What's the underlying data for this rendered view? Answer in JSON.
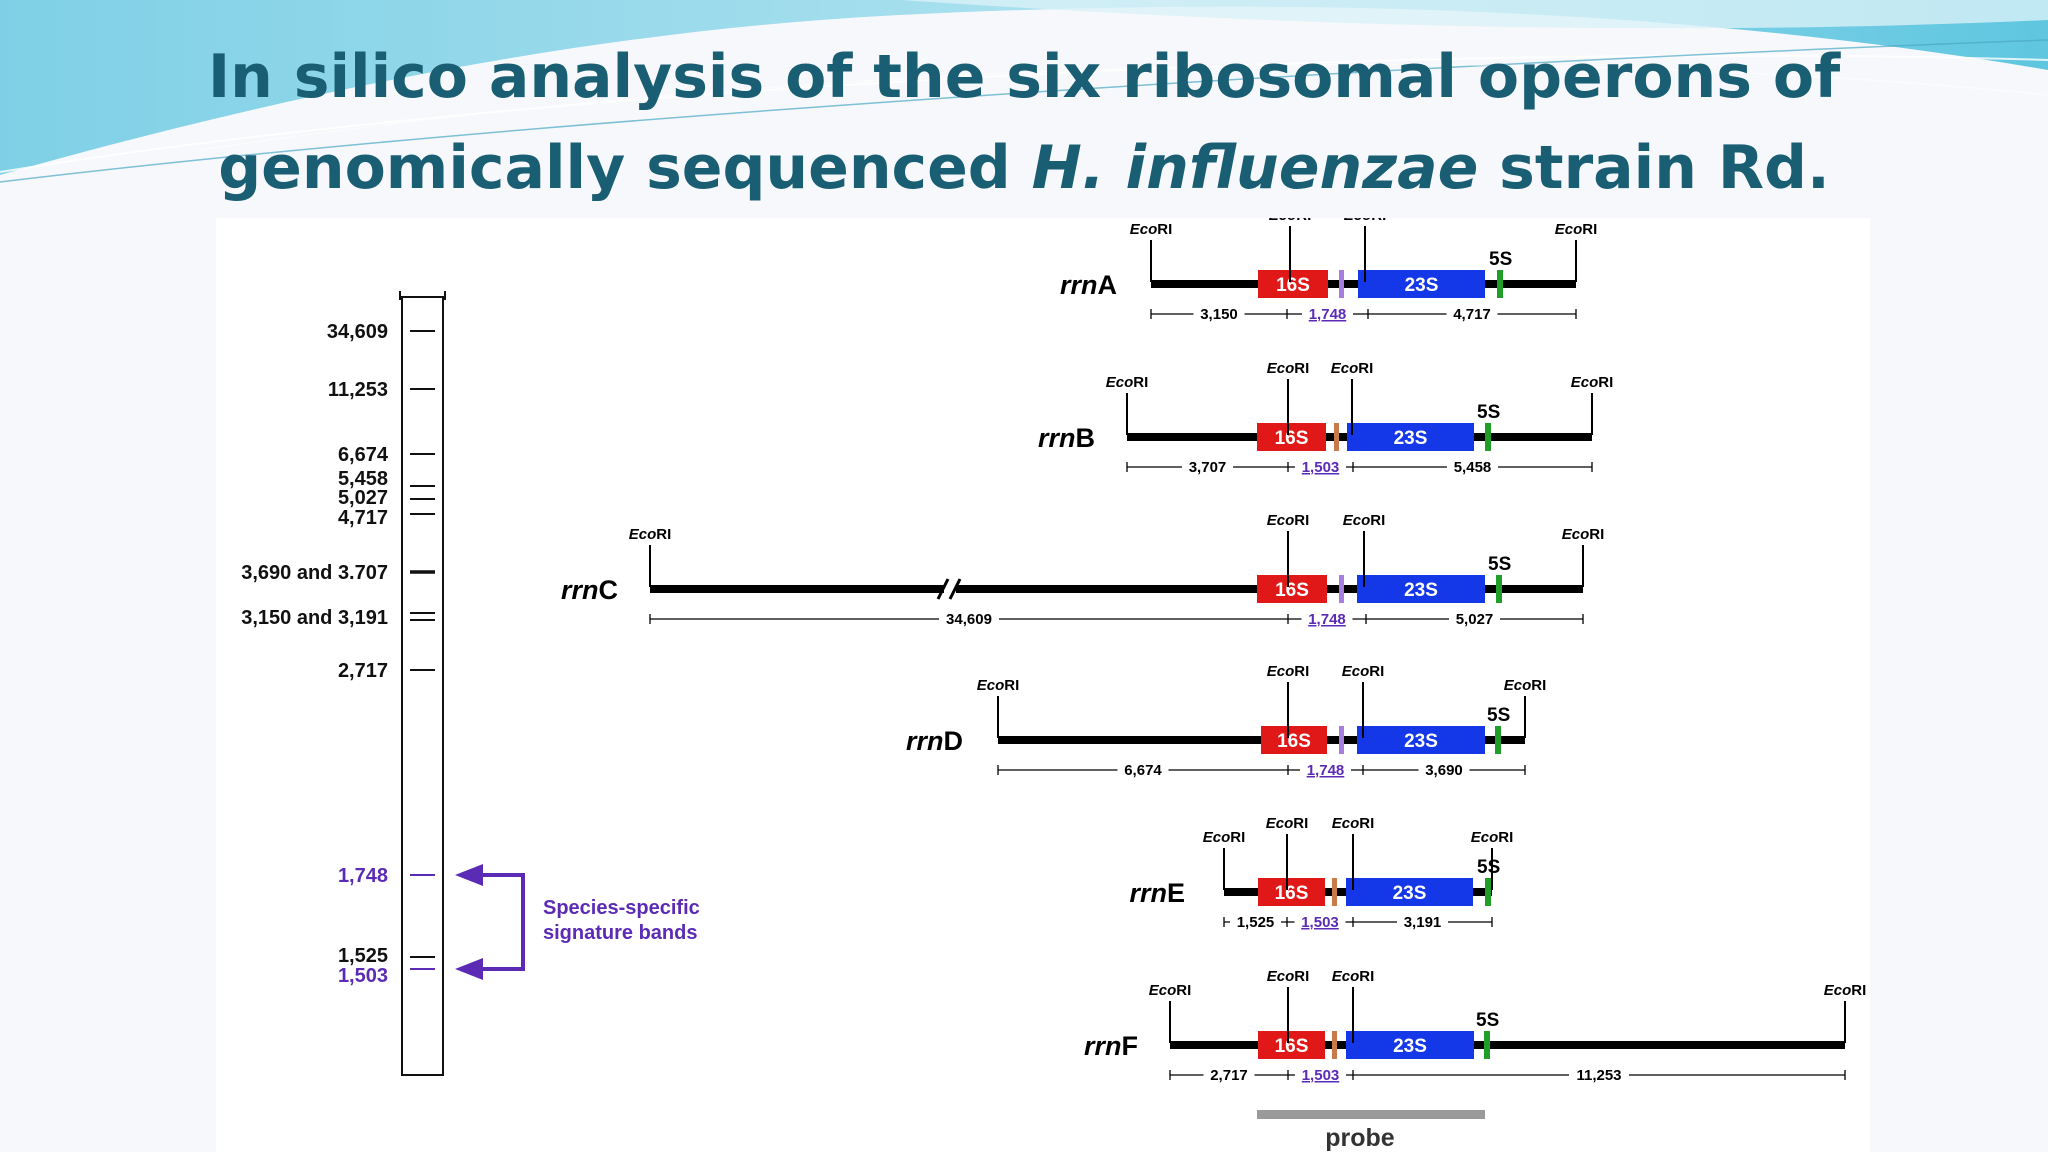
{
  "slide": {
    "title_part1": "In silico analysis of the six ribosomal operons of",
    "title_part2": "genomically sequenced ",
    "title_species": "H. influenzae",
    "title_part3": " strain Rd."
  },
  "gel": {
    "bands": [
      {
        "label": "34,609",
        "color": "#111111"
      },
      {
        "label": "11,253",
        "color": "#111111"
      },
      {
        "label": "6,674",
        "color": "#111111"
      },
      {
        "label": "5,458",
        "color": "#111111"
      },
      {
        "label": "5,027",
        "color": "#111111"
      },
      {
        "label": "4,717",
        "color": "#111111"
      },
      {
        "label": "3,690 and 3.707",
        "color": "#111111",
        "thick": true
      },
      {
        "label": "3,150 and 3,191",
        "color": "#111111",
        "double": true
      },
      {
        "label": "2,717",
        "color": "#111111"
      },
      {
        "label": "1,748",
        "color": "#5b2bb5"
      },
      {
        "label": "1,525",
        "color": "#111111"
      },
      {
        "label": "1,503",
        "color": "#5b2bb5"
      }
    ],
    "annotation_line1": "Species-specific",
    "annotation_line2": "signature bands",
    "annotation_color": "#5b2bb5"
  },
  "operons": [
    {
      "prefix": "rrn",
      "letter": "A",
      "segments": [
        "3,150",
        "1,748",
        "4,717"
      ]
    },
    {
      "prefix": "rrn",
      "letter": "B",
      "segments": [
        "3,707",
        "1,503",
        "5,458"
      ]
    },
    {
      "prefix": "rrn",
      "letter": "C",
      "segments": [
        "34,609",
        "1,748",
        "5,027"
      ]
    },
    {
      "prefix": "rrn",
      "letter": "D",
      "segments": [
        "6,674",
        "1,748",
        "3,690"
      ]
    },
    {
      "prefix": "rrn",
      "letter": "E",
      "segments": [
        "1,525",
        "1,503",
        "3,191"
      ]
    },
    {
      "prefix": "rrn",
      "letter": "F",
      "segments": [
        "2,717",
        "1,503",
        "11,253"
      ]
    }
  ],
  "labels": {
    "site": "EcoRI",
    "gene_16s": "16S",
    "gene_23s": "23S",
    "gene_5s": "5S",
    "probe": "probe"
  },
  "colors": {
    "title": "#1a5e73",
    "gene_16s": "#e01818",
    "gene_23s": "#1437e8",
    "gene_5s": "#1f9e2a",
    "spacer_1748": "#a77ee0",
    "spacer_1503": "#c87a48",
    "probe": "#9a9a9a",
    "signature": "#5b2bb5"
  }
}
